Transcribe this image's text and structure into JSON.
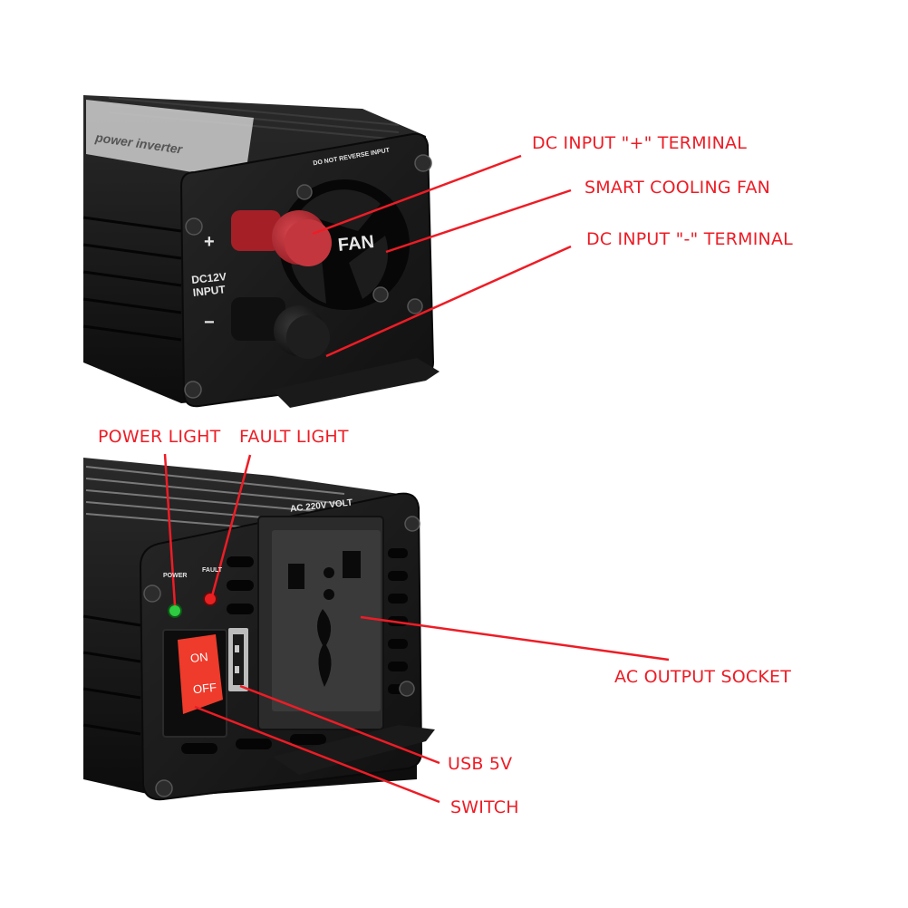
{
  "image": {
    "subject": "power inverter",
    "top_view": {
      "device_markings": {
        "plus": "+",
        "minus": "−",
        "dc_input_line1": "DC12V",
        "dc_input_line2": "INPUT",
        "fan": "FAN",
        "warning": "DO NOT REVERSE INPUT",
        "label_text": "power inverter"
      },
      "callouts": [
        {
          "id": "dc-plus",
          "text": "DC INPUT \"+\" TERMINAL"
        },
        {
          "id": "fan",
          "text": "SMART COOLING FAN"
        },
        {
          "id": "dc-minus",
          "text": "DC INPUT \"-\" TERMINAL"
        }
      ]
    },
    "bottom_view": {
      "device_markings": {
        "ac_volt": "AC 220V VOLT",
        "power": "POWER",
        "fault": "FAULT",
        "switch_on": "ON",
        "switch_off": "OFF"
      },
      "callouts": [
        {
          "id": "power-light",
          "text": "POWER LIGHT"
        },
        {
          "id": "fault-light",
          "text": "FAULT LIGHT"
        },
        {
          "id": "ac-output",
          "text": "AC OUTPUT SOCKET"
        },
        {
          "id": "usb",
          "text": "USB 5V"
        },
        {
          "id": "switch",
          "text": "SWITCH"
        }
      ]
    },
    "colors": {
      "callout_red": "#ee1c25",
      "body_black": "#151515",
      "terminal_red": "#b8232c",
      "led_green": "#2ecc40",
      "led_red": "#e82020",
      "switch_red": "#ee3b2b"
    }
  }
}
